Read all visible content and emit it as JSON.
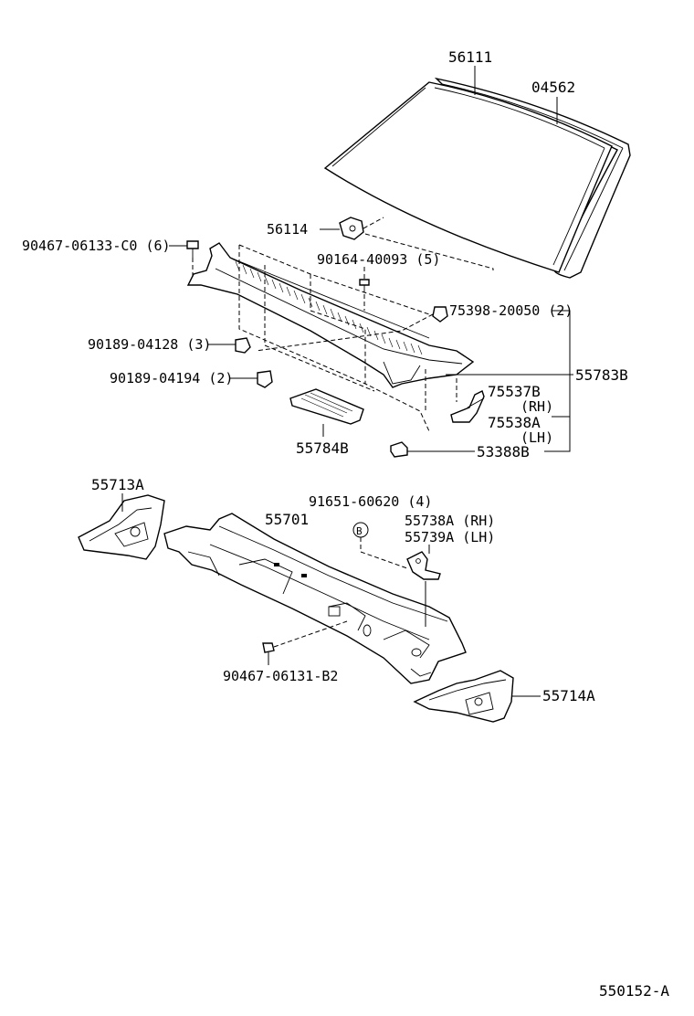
{
  "diagram": {
    "code": "550152-A",
    "callouts": {
      "windshield_glass": "56111",
      "moulding": "04562",
      "clip_56114": "56114",
      "bolt_top": "90467-06133-C0 (6)",
      "screw_top": "90164-40093 (5)",
      "clip_75398": "75398-20050 (2)",
      "clip_04128": "90189-04128 (3)",
      "clip_04194": "90189-04194 (2)",
      "louver": "55783B",
      "bracket_rh": "75537B",
      "bracket_rh_side": "(RH)",
      "bracket_lh": "75538A",
      "bracket_lh_side": "(LH)",
      "seal_55784b": "55784B",
      "cushion": "53388B",
      "side_panel_lh": "55713A",
      "screw_b": "91651-60620 (4)",
      "b_mark": "B",
      "cowl_panel": "55701",
      "brace_rh": "55738A (RH)",
      "brace_lh": "55739A (LH)",
      "bolt_bottom": "90467-06131-B2",
      "side_panel_rh": "55714A"
    }
  }
}
